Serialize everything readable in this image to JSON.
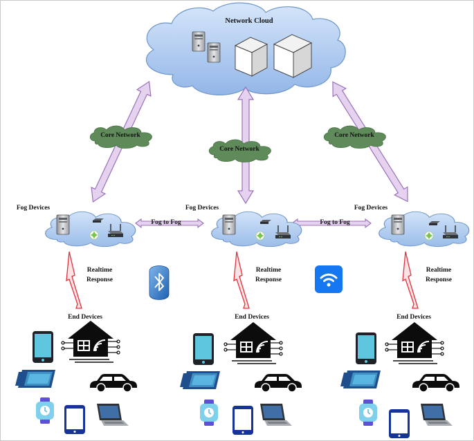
{
  "labels": {
    "network_cloud": "Network Cloud",
    "core_network": "Core Network",
    "fog_devices": "Fog Devices",
    "fog_to_fog": "Fog to Fog",
    "realtime": "Realtime",
    "response": "Response",
    "end_devices": "End Devices"
  },
  "icons": {
    "bluetooth": "bluetooth-icon",
    "wifi": "wifi-icon",
    "server": "server-icon",
    "router": "router-icon",
    "smart_home": "smart-home-icon",
    "car": "car-icon",
    "tablet": "tablet-icon",
    "smartwatch": "smartwatch-icon",
    "laptop": "laptop-icon",
    "smartphone": "smartphone-icon"
  },
  "colors": {
    "cloud_fill": "#a9c8ef",
    "cloud_stroke": "#6d95c9",
    "core_cloud": "#5f8a5a",
    "arrow_fill": "#e4d2ef",
    "arrow_stroke": "#9a70b8",
    "lightning": "#e0303a",
    "device_cyan": "#59c3df",
    "device_blue": "#1b3c8f",
    "bluetooth": "#2f79c9",
    "wifi_bg": "#1677f2"
  }
}
